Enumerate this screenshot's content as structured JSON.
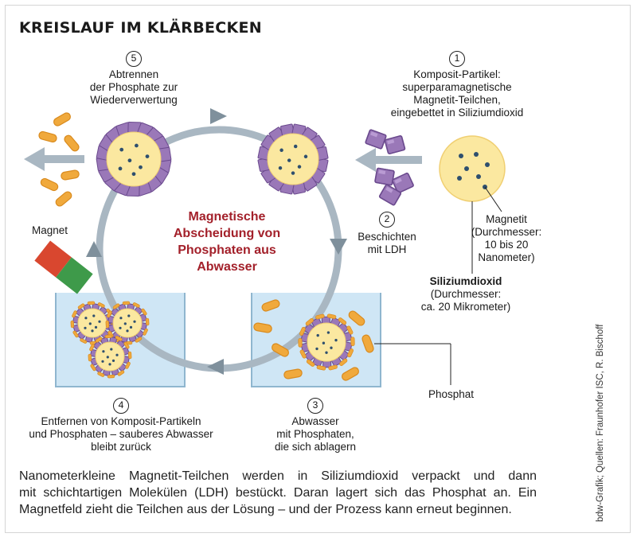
{
  "title": "KREISLAUF IM KLÄRBECKEN",
  "center": {
    "line1": "Magnetische",
    "line2": "Abscheidung von",
    "line3": "Phosphaten aus",
    "line4": "Abwasser"
  },
  "steps": {
    "s1": {
      "num": "1",
      "line1": "Komposit-Partikel:",
      "line2": "superparamagnetische",
      "line3": "Magnetit-Teilchen,",
      "line4": "eingebettet in Siliziumdioxid"
    },
    "s2": {
      "num": "2",
      "line1": "Beschichten",
      "line2": "mit LDH"
    },
    "s3": {
      "num": "3",
      "line1": "Abwasser",
      "line2": "mit Phosphaten,",
      "line3": "die sich ablagern"
    },
    "s4": {
      "num": "4",
      "line1": "Entfernen von Komposit-Partikeln",
      "line2": "und Phosphaten – sauberes Abwasser",
      "line3": "bleibt zurück"
    },
    "s5": {
      "num": "5",
      "line1": "Abtrennen",
      "line2": "der Phosphate zur",
      "line3": "Wiederverwertung"
    }
  },
  "labels": {
    "magnet": "Magnet",
    "magnetit": {
      "line1": "Magnetit",
      "line2": "(Durchmesser:",
      "line3": "10 bis 20",
      "line4": "Nanometer)"
    },
    "silizium": {
      "line1": "Siliziumdioxid",
      "line2": "(Durchmesser:",
      "line3": "ca. 20 Mikrometer)"
    },
    "phosphat": "Phosphat"
  },
  "caption": {
    "line1": "Nanometerkleine Magnetit-Teilchen werden in Siliziumdioxid verpackt und dann",
    "line2": "mit schichtartigen Molekülen (LDH) bestückt. Daran lagert sich das Phosphat an. Ein",
    "line3": "Magnetfeld zieht die Teilchen aus der Lösung – und der Prozess kann erneut beginnen."
  },
  "credit": "bdw-Grafik; Quellen: Fraunhofer ISC, R. Bischoff",
  "colors": {
    "particle_core": "#fbe8a0",
    "particle_edge": "#f0cf72",
    "magnetit_dot": "#2e4f6e",
    "ldh": "#9a78b8",
    "ldh_edge": "#6b4a8e",
    "phosphat": "#f0a93c",
    "water": "#cfe6f5",
    "tank_edge": "#8fb6cf",
    "cycle_arrow": "#a9b7c2",
    "magnet_red": "#d9472f",
    "magnet_green": "#3e9a4a",
    "center_text": "#a3202a"
  }
}
